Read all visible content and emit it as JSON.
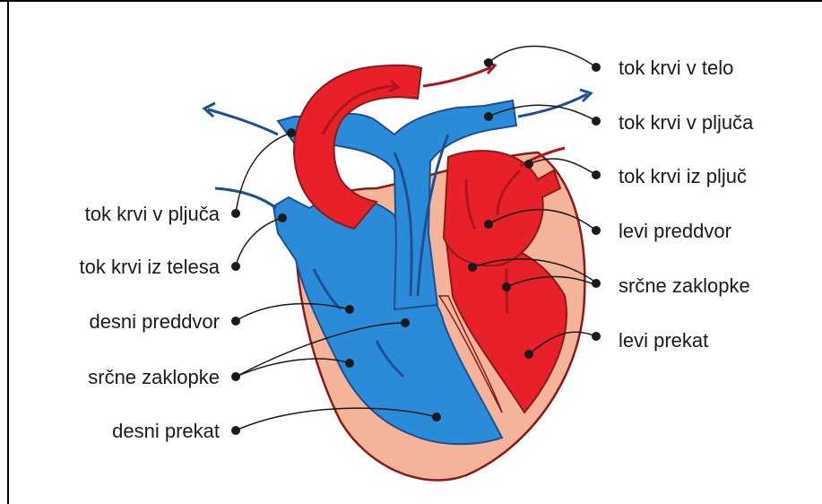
{
  "labels_left": [
    {
      "text": "tok krvi v pljuča"
    },
    {
      "text": "tok krvi iz telesa"
    },
    {
      "text": "desni preddvor"
    },
    {
      "text": "srčne zaklopke"
    },
    {
      "text": "desni prekat"
    }
  ],
  "labels_right": [
    {
      "text": "tok krvi v telo"
    },
    {
      "text": "tok krvi v pljuča"
    },
    {
      "text": "tok krvi iz pljuč"
    },
    {
      "text": "levi preddvor"
    },
    {
      "text": "srčne zaklopke"
    },
    {
      "text": "levi prekat"
    }
  ],
  "colors": {
    "oxygenated": "#e8202a",
    "deoxygenated": "#2a8bd8",
    "muscle": "#f4b49a",
    "outline": "#8a1a1a",
    "arrow_blue": "#1d4f91",
    "arrow_red": "#b0141c"
  }
}
